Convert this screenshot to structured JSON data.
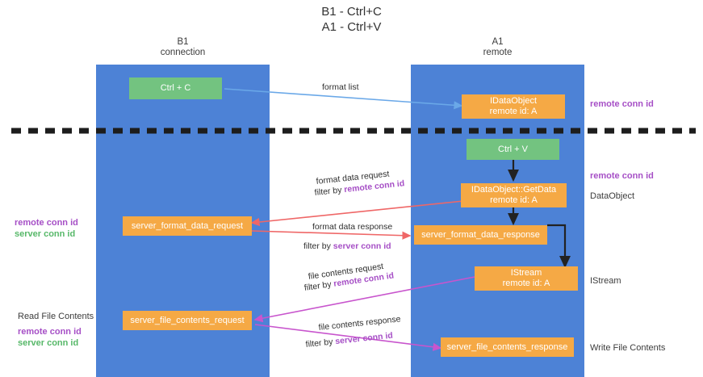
{
  "title": "B1 - Ctrl+C\nA1 - Ctrl+V",
  "lanes": [
    {
      "id": "b1",
      "label": "B1\nconnection"
    },
    {
      "id": "a1",
      "label": "A1\nremote"
    }
  ],
  "nodes": {
    "ctrl_c": "Ctrl + C",
    "ctrl_v": "Ctrl + V",
    "idataobject": "IDataObject\nremote id: A",
    "idataobject_getdata": "IDataObject::GetData\nremote id: A",
    "istream": "IStream\nremote id: A",
    "server_format_data_request": "server_format_data_request",
    "server_format_data_response": "server_format_data_response",
    "server_file_contents_request": "server_file_contents_request",
    "server_file_contents_response": "server_file_contents_response"
  },
  "edges": {
    "format_list": "format list",
    "format_data_request": "format data request",
    "format_data_request_filter_prefix": "filter by ",
    "format_data_request_filter_key": "remote conn id",
    "format_data_response": "format data response",
    "format_data_response_filter_prefix": "filter by ",
    "format_data_response_filter_key": "server conn id",
    "file_contents_request": "file contents request",
    "file_contents_request_filter_prefix": "filter by ",
    "file_contents_request_filter_key": "remote conn id",
    "file_contents_response": "file contents response",
    "file_contents_response_filter_prefix": "filter by ",
    "file_contents_response_filter_key": "server conn id"
  },
  "annotations": {
    "right_remote_conn_id_top": "remote conn id",
    "right_remote_conn_id_mid": "remote conn id",
    "right_dataobject": "DataObject",
    "right_istream": "IStream",
    "right_write_file_contents": "Write File Contents",
    "left_remote_conn_id": "remote conn id",
    "left_server_conn_id": "server conn id",
    "left_read_file_contents": "Read File Contents",
    "left_remote_conn_id_2": "remote conn id",
    "left_server_conn_id_2": "server conn id"
  },
  "colors": {
    "lane": "#4d82d6",
    "green_node": "#73c380",
    "orange_node": "#f5a945",
    "purple_text": "#a64fc6",
    "green_text": "#57b869",
    "blue_arrow": "#6aa8e8",
    "red_arrow": "#ef6767",
    "magenta_arrow": "#c855cd",
    "black_arrow": "#222222",
    "divider": "#1d1d1d"
  }
}
